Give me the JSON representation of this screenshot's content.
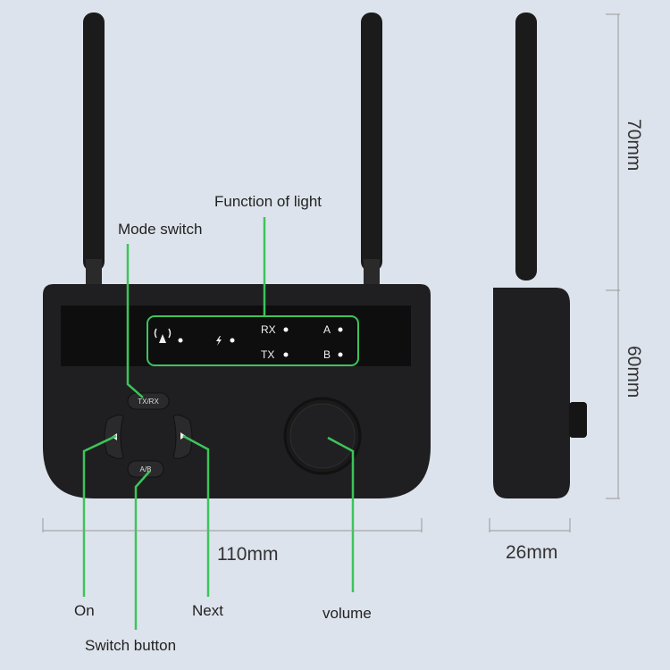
{
  "labels": {
    "function_of_light": "Function of light",
    "mode_switch": "Mode switch",
    "on": "On",
    "next": "Next",
    "switch_button": "Switch button",
    "volume": "volume"
  },
  "dimensions": {
    "width": "110mm",
    "depth": "26mm",
    "antenna_height": "70mm",
    "body_height": "60mm"
  },
  "device": {
    "indicators": {
      "rx": "RX",
      "tx": "TX",
      "a": "A",
      "b": "B"
    },
    "buttons": {
      "mode": "TX/RX",
      "switch": "A/B"
    }
  },
  "colors": {
    "background": "#dde3ec",
    "callout": "#3dc45a",
    "device": "#1f1f21"
  }
}
